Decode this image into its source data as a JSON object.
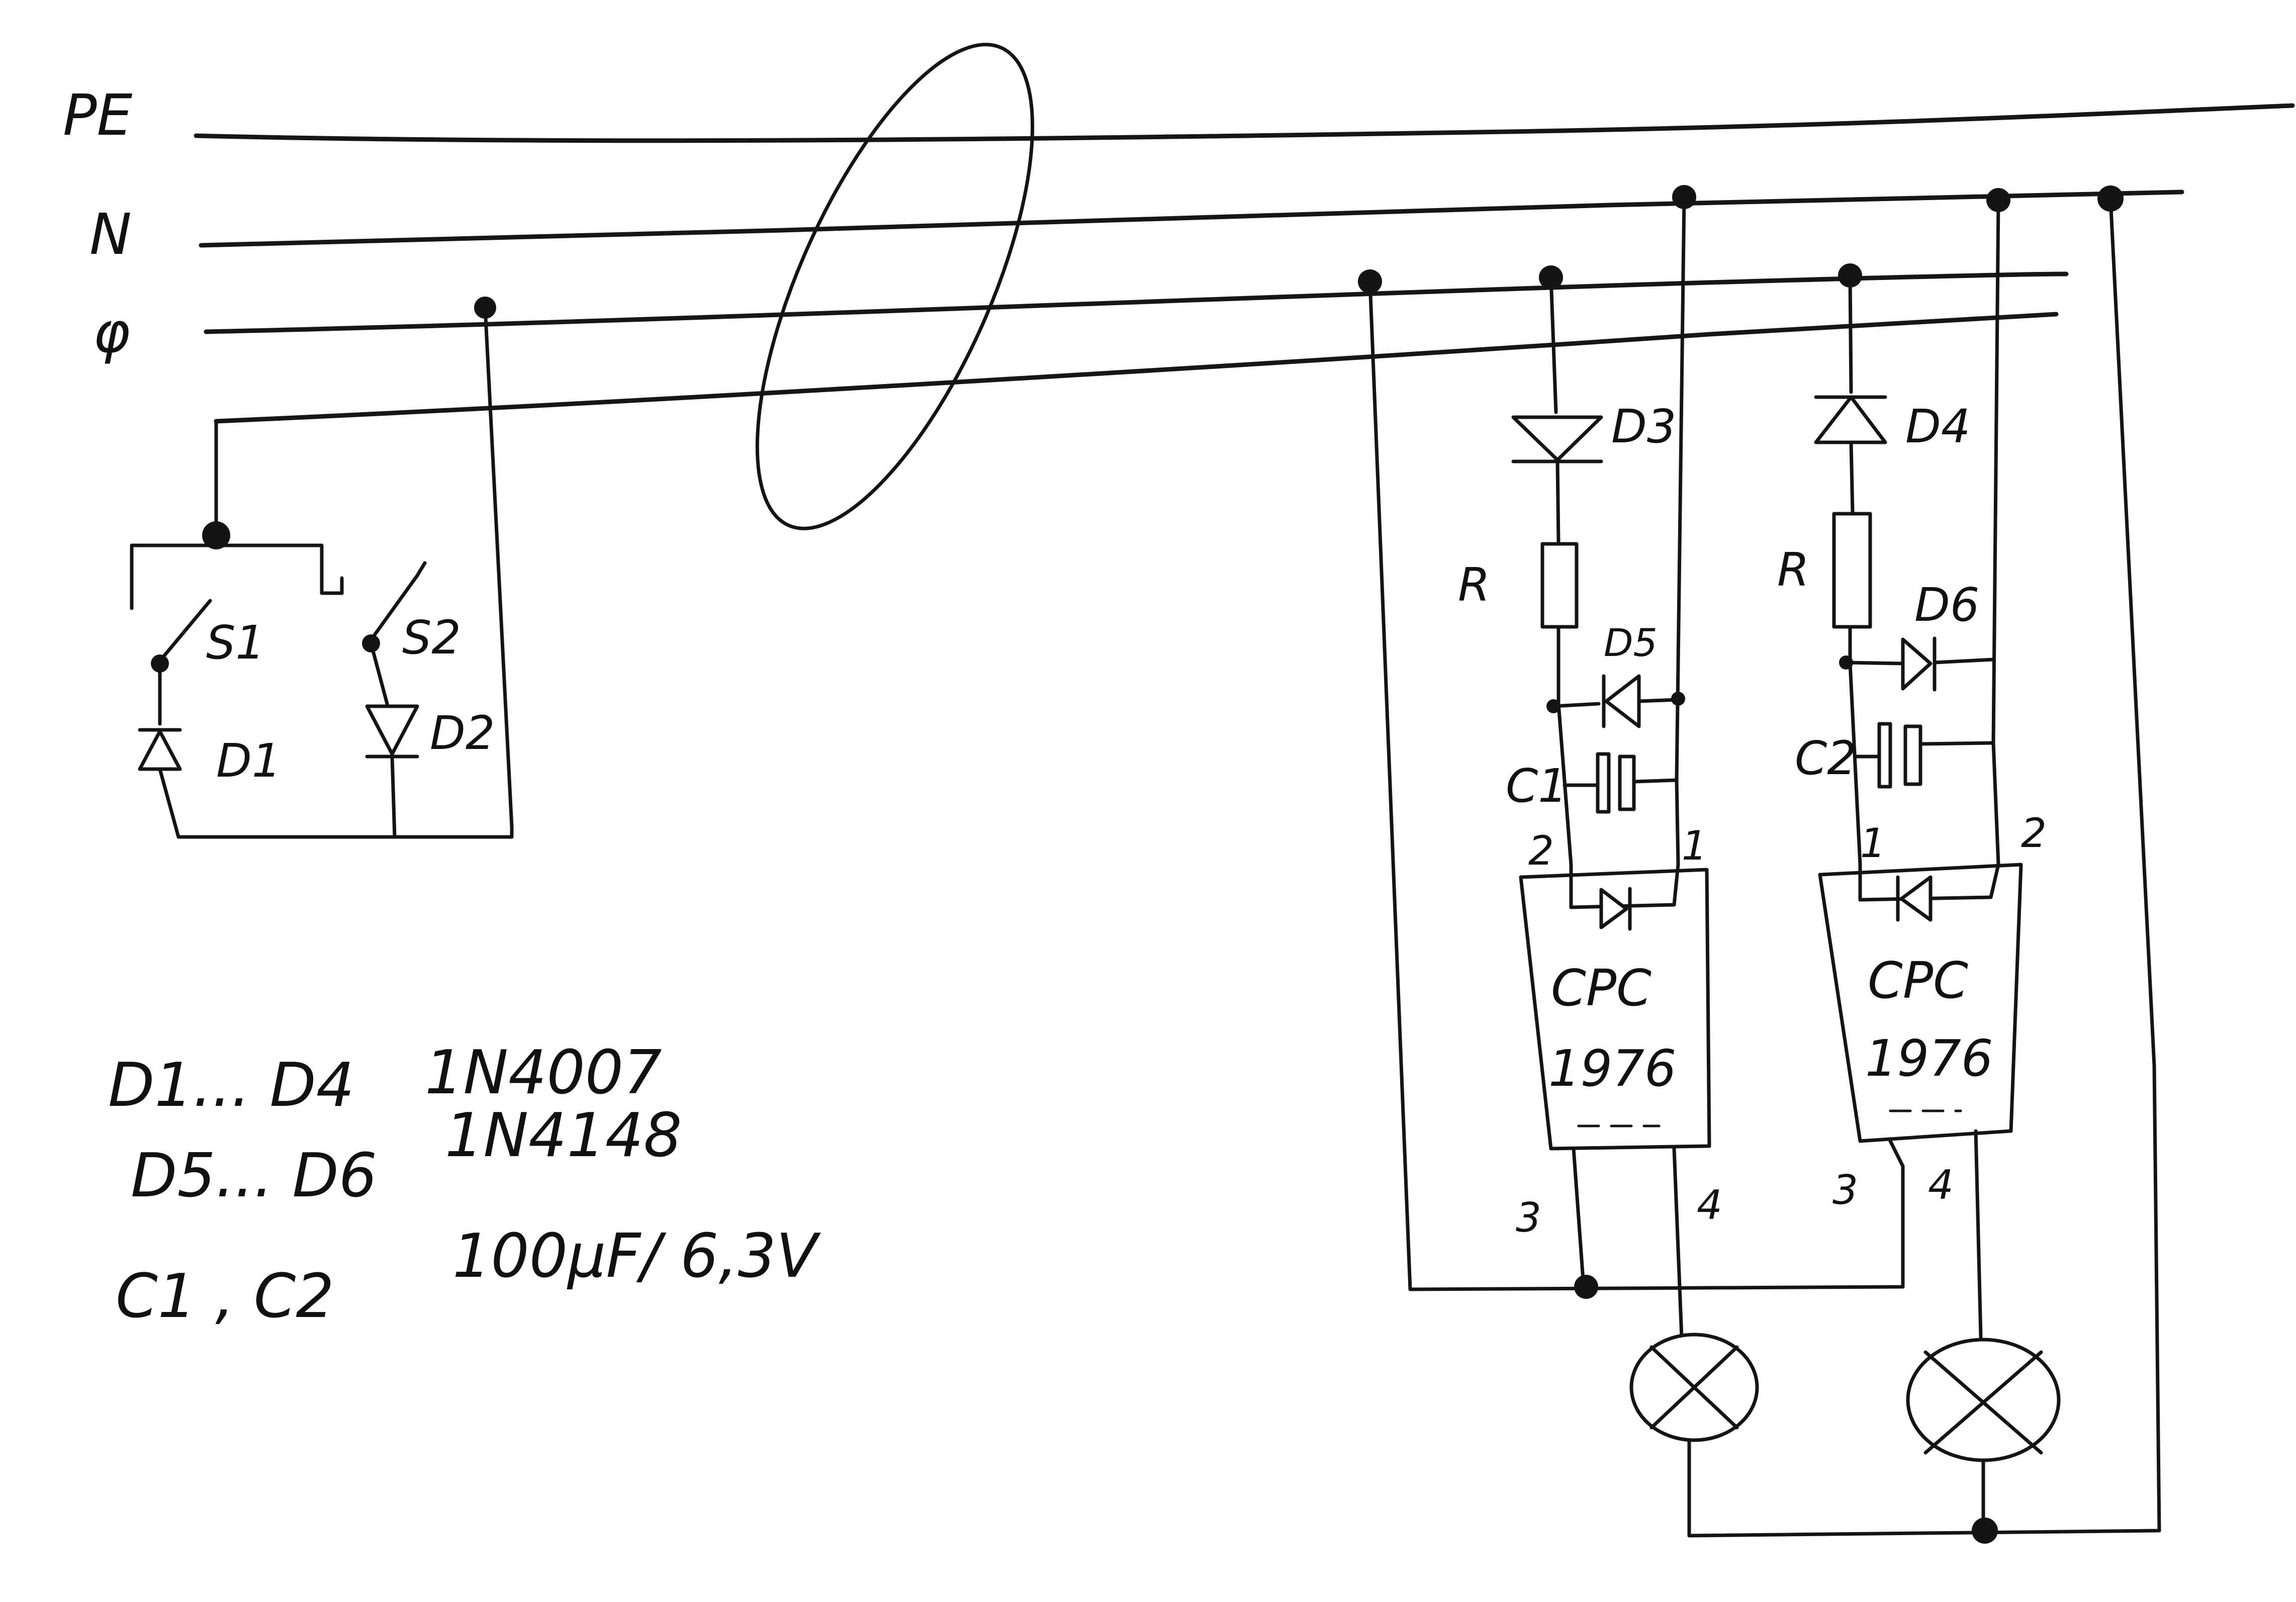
{
  "rails": {
    "pe": "PE",
    "n": "N",
    "phi": "φ"
  },
  "components": {
    "s1": "S1",
    "s2": "S2",
    "d1": "D1",
    "d2": "D2",
    "d3": "D3",
    "d4": "D4",
    "d5": "D5",
    "d6": "D6",
    "r_left": "R",
    "r_right": "R",
    "c1": "C1",
    "c2": "C2"
  },
  "ic_left": {
    "name_line1": "CPC",
    "name_line2": "1976",
    "pin1": "1",
    "pin2": "2",
    "pin3": "3",
    "pin4": "4"
  },
  "ic_right": {
    "name_line1": "CPC",
    "name_line2": "1976",
    "pin1": "1",
    "pin2": "2",
    "pin3": "3",
    "pin4": "4"
  },
  "parts_list": [
    {
      "ref": "D1... D4",
      "value": "1N4007"
    },
    {
      "ref": "D5... D6",
      "value": "1N4148"
    },
    {
      "ref": "C1 , C2",
      "value": "100µF/ 6,3V"
    }
  ]
}
